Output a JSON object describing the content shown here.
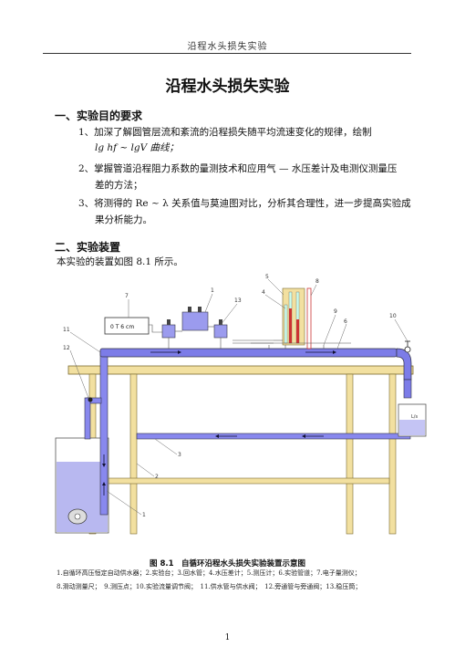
{
  "header": {
    "running_title": "沿程水头损失实验"
  },
  "title": "沿程水头损失实验",
  "section1": {
    "heading": "一、实验目的要求",
    "items": [
      "1、加深了解圆管层流和紊流的沿程损失随平均流速变化的规律，绘制",
      "lg hf ~ lgV 曲线；",
      "2、掌握管道沿程阻力系数的量测技术和应用气 — 水压差计及电测仪测量压",
      "差的方法；",
      "3、将测得的 Re ~ λ 关系值与莫迪图对比，分析其合理性，进一步提高实验成",
      "果分析能力。"
    ]
  },
  "section2": {
    "heading": "二、实验装置",
    "intro": "本实验的装置如图 8.1 所示。"
  },
  "figure": {
    "display_reading": "0 T 6 cm",
    "tank_label": "L/s",
    "callouts": [
      "1",
      "2",
      "3",
      "4",
      "5",
      "6",
      "7",
      "8",
      "9",
      "10",
      "11",
      "12",
      "13"
    ],
    "title": "图 8.1　自循环沿程水头损失实验装置示意图",
    "caption_line1": "1.自循环高压恒定自动供水器；2.实验台；3.回水管；4.水压差计；5.测压计；6.实验管道；7.电子量测仪；",
    "caption_line2": "8.滑动测量尺；　9.测压点；10.实验流量调节阀；　11.供水管与供水阀；　12.旁通管与旁通阀；13.稳压筒；"
  },
  "page_number": "1"
}
